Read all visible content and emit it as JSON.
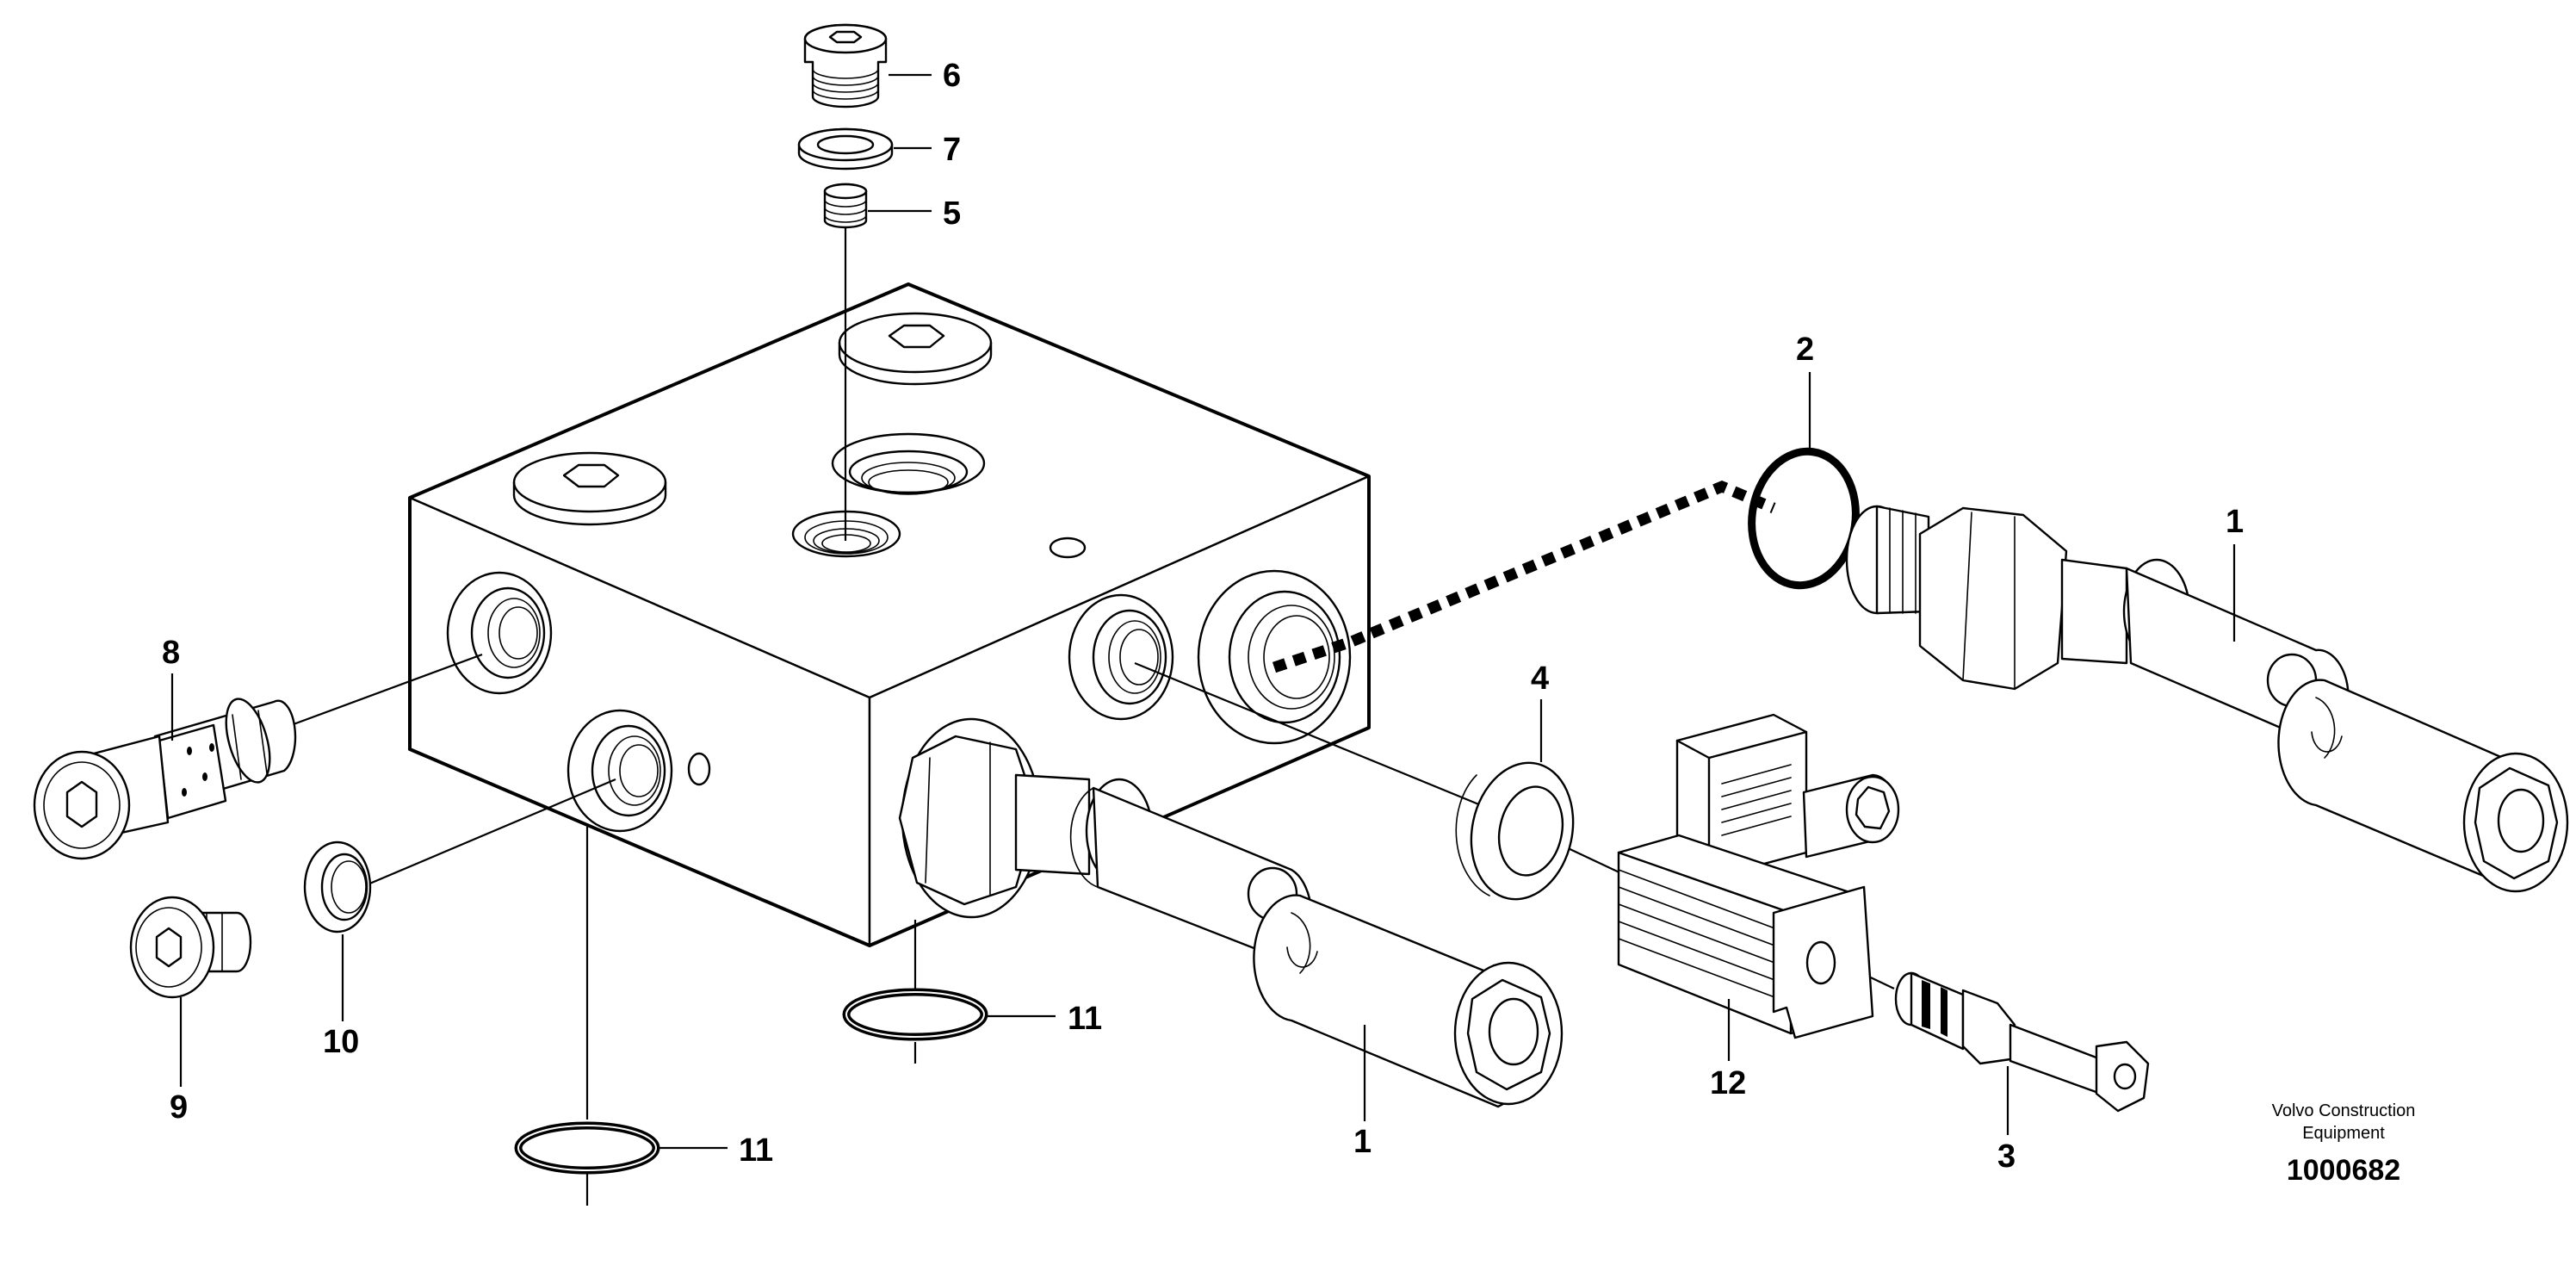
{
  "callouts": {
    "c1a": "1",
    "c1b": "1",
    "c2": "2",
    "c3": "3",
    "c4": "4",
    "c5": "5",
    "c6": "6",
    "c7": "7",
    "c8": "8",
    "c9": "9",
    "c10": "10",
    "c11a": "11",
    "c11b": "11",
    "c12": "12"
  },
  "footer": {
    "brand_line1": "Volvo Construction",
    "brand_line2": "Equipment",
    "figure_number": "1000682"
  }
}
